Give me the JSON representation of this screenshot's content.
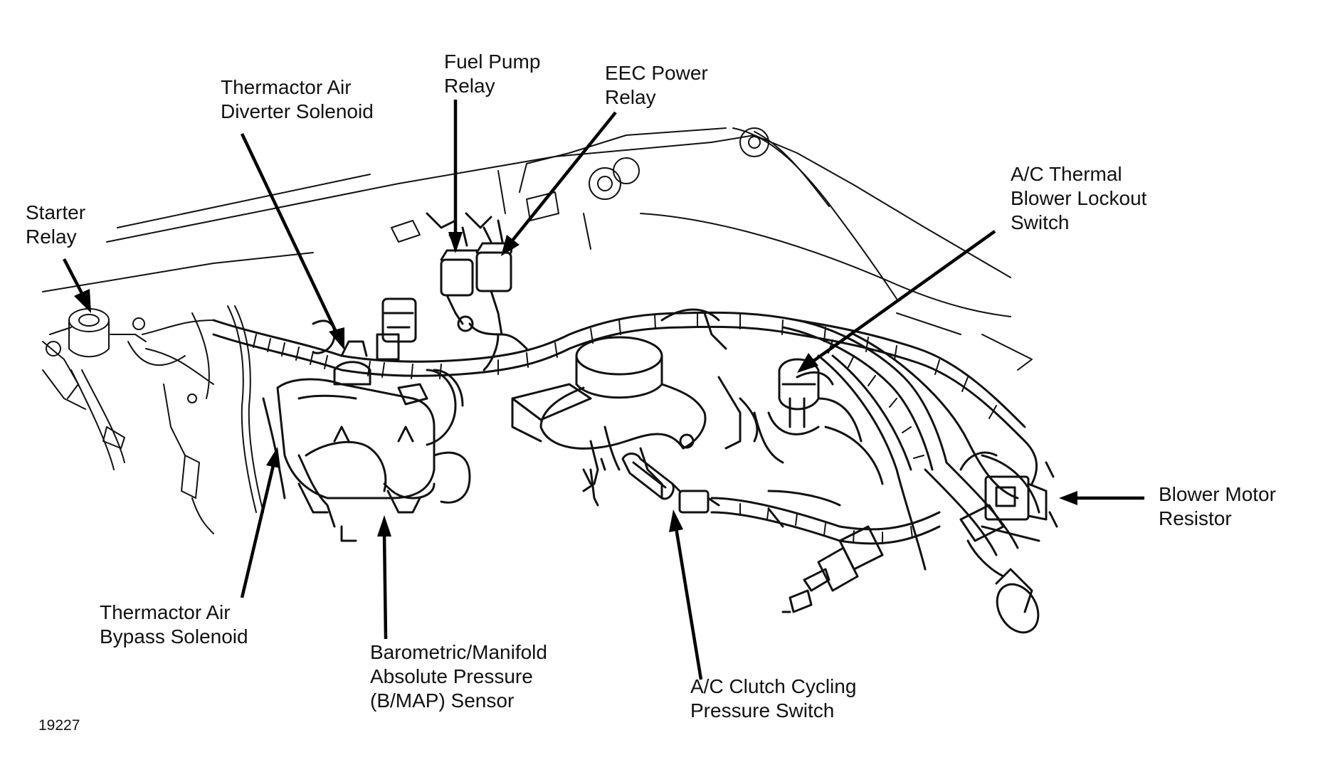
{
  "labels": {
    "starter_relay": [
      "Starter",
      "Relay"
    ],
    "thermactor_air_diverter_solenoid": [
      "Thermactor Air",
      "Diverter Solenoid"
    ],
    "fuel_pump_relay": [
      "Fuel Pump",
      "Relay"
    ],
    "eec_power_relay": [
      "EEC Power",
      "Relay"
    ],
    "ac_thermal_blower_lockout_switch": [
      "A/C Thermal",
      "Blower Lockout",
      "Switch"
    ],
    "blower_motor_resistor": [
      "Blower Motor",
      "Resistor"
    ],
    "thermactor_air_bypass_solenoid": [
      "Thermactor Air",
      "Bypass Solenoid"
    ],
    "bmap_sensor": [
      "Barometric/Manifold",
      "Absolute Pressure",
      "(B/MAP) Sensor"
    ],
    "ac_clutch_cycling_pressure_switch": [
      "A/C Clutch Cycling",
      "Pressure Switch"
    ]
  },
  "figure_number": "19227"
}
